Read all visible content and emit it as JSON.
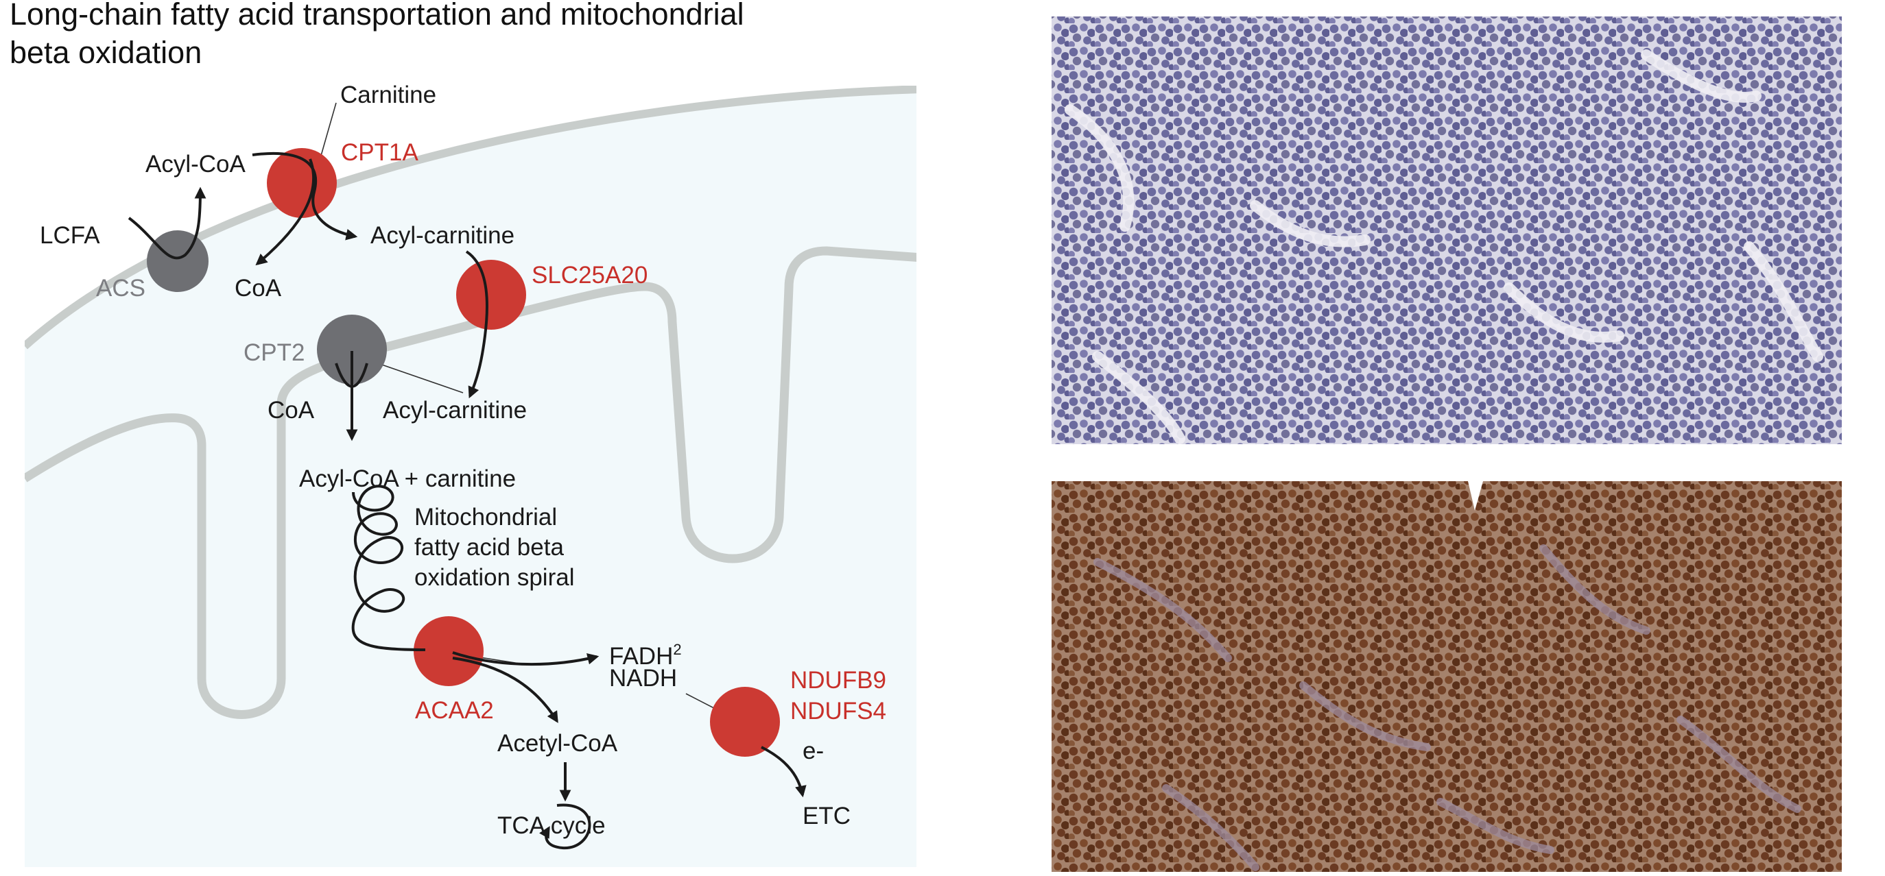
{
  "title": {
    "line1": "Long-chain fatty acid transportation and mitochondrial",
    "line2": "beta oxidation"
  },
  "colors": {
    "enzyme_highlight": "#cc3a33",
    "enzyme_other": "#6e6f73",
    "membrane": "#c8cdcb",
    "matrix": "#f2f9fb"
  },
  "enzymes": {
    "cpt1a": "CPT1A",
    "slc25a20": "SLC25A20",
    "acs": "ACS",
    "cpt2": "CPT2",
    "acaa2": "ACAA2",
    "ndufb9": "NDUFB9",
    "ndufs4": "NDUFS4"
  },
  "metabolites": {
    "carnitine": "Carnitine",
    "acyl_coa_outer": "Acyl-CoA",
    "lcfa": "LCFA",
    "coa_outer": "CoA",
    "acyl_carnitine_ims": "Acyl-carnitine",
    "coa_inner": "CoA",
    "acyl_carnitine_matrix": "Acyl-carnitine",
    "acyl_coa_carnitine": "Acyl-CoA + carnitine",
    "spiral_line1": "Mitochondrial",
    "spiral_line2": "fatty acid beta",
    "spiral_line3": "oxidation spiral",
    "fadh": "FADH",
    "fadh_sup": "2",
    "nadh": "NADH",
    "acetyl_coa": "Acetyl-CoA",
    "tca_cycle": "TCA cycle",
    "electron": "e-",
    "etc": "ETC"
  },
  "micrographs": [
    {
      "staining": "low",
      "tissue_color": "#6b6a9e",
      "background_color": "#d9d8e6"
    },
    {
      "staining": "high",
      "tissue_color": "#6a3a22",
      "background_color": "#a5826c"
    }
  ]
}
